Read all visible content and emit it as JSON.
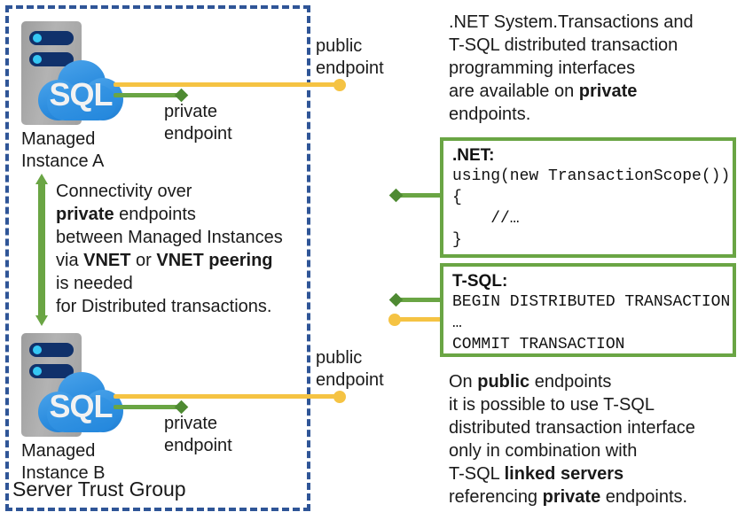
{
  "trust_group": {
    "label": "Server Trust Group"
  },
  "instances": [
    {
      "icon": "sql-managed-instance-icon",
      "logo_text": "SQL",
      "caption": "Managed\nInstance A",
      "private_endpoint_label": "private\nendpoint",
      "public_endpoint_label": "public\nendpoint"
    },
    {
      "icon": "sql-managed-instance-icon",
      "logo_text": "SQL",
      "caption": "Managed\nInstance B",
      "private_endpoint_label": "private\nendpoint",
      "public_endpoint_label": "public\nendpoint"
    }
  ],
  "center_note": {
    "line1": "Connectivity over",
    "bold1": "private",
    "line2": " endpoints",
    "line3": "between Managed Instances",
    "line4_pre": "via ",
    "bold2": "VNET",
    "line4_mid": " or ",
    "bold3": "VNET peering",
    "line5": "is needed",
    "line6": "for Distributed transactions."
  },
  "top_paragraph": {
    "line1": ".NET System.Transactions and",
    "line2": "T-SQL distributed transaction",
    "line3": "programming interfaces",
    "line4_pre": "are available on ",
    "line4_bold": "private",
    "line5": "endpoints."
  },
  "code_boxes": [
    {
      "title": ".NET:",
      "lines": [
        "using(new TransactionScope())",
        "{",
        "    //…",
        "}"
      ]
    },
    {
      "title": "T-SQL:",
      "lines": [
        "BEGIN DISTRIBUTED TRANSACTION",
        "…",
        "COMMIT TRANSACTION"
      ]
    }
  ],
  "bottom_paragraph": {
    "line1_pre": "On ",
    "line1_bold": "public",
    "line1_post": " endpoints",
    "line2": "it is possible to use T-SQL",
    "line3": "distributed transaction interface",
    "line4": "only in combination with",
    "line5_pre": "T-SQL ",
    "line5_bold": "linked servers",
    "line6_pre": "referencing ",
    "line6_bold": "private",
    "line6_post": " endpoints."
  },
  "colors": {
    "trust_border": "#2f5597",
    "public_line": "#f5c343",
    "private_line": "#6aa544",
    "code_border": "#6aa544",
    "cloud_blue": "#2f8fe0",
    "rack_gray": "#a6a6a6",
    "pill_navy": "#10316b",
    "dot_cyan": "#35c7f4"
  }
}
